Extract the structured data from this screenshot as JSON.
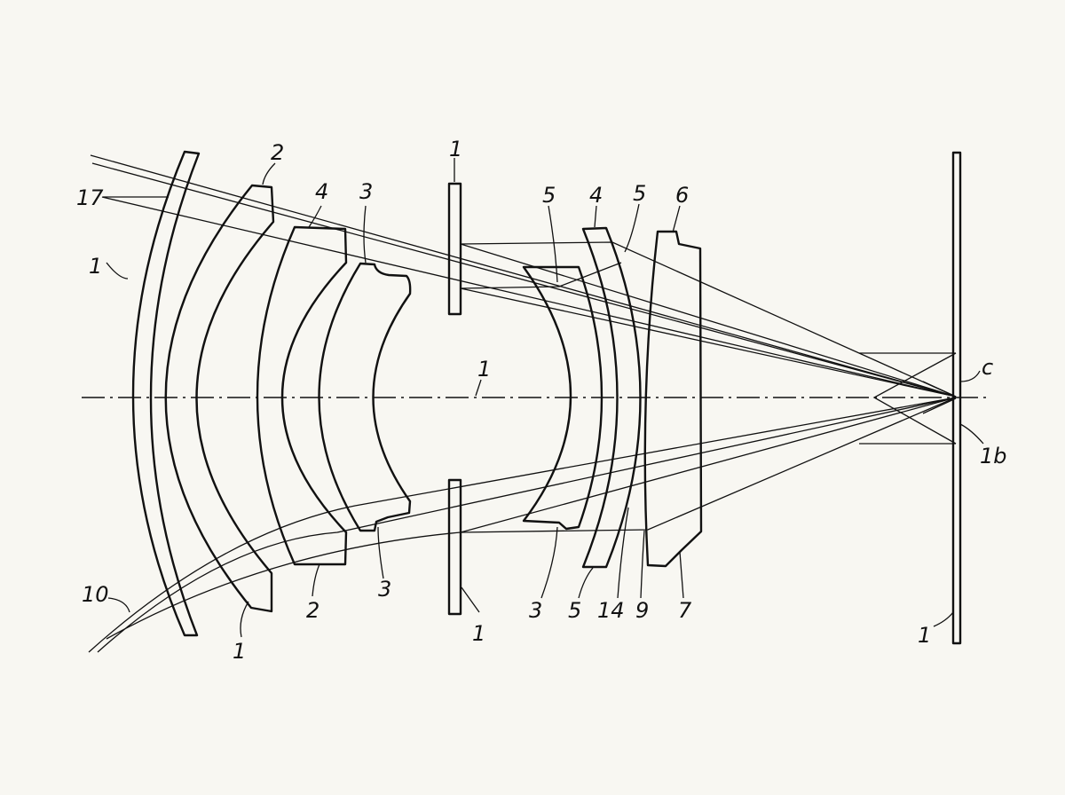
{
  "labels": {
    "l1_left": "1",
    "l2_top": "2",
    "l17": "17",
    "l4_top": "4",
    "l3_top": "3",
    "l1_stop_top": "1",
    "l5_top_a": "5",
    "l4_top_b": "4",
    "l5_top_b": "5",
    "l6": "6",
    "l1_axis": "1",
    "lc": "c",
    "l1b": "1b",
    "l10": "10",
    "l1_bot_a": "1",
    "l2_bot": "2",
    "l3_bot_a": "3",
    "l1_bot_b": "1",
    "l3_bot_b": "3",
    "l5_bot": "5",
    "l14": "14",
    "l9": "9",
    "l7": "7",
    "l1_image": "1"
  }
}
